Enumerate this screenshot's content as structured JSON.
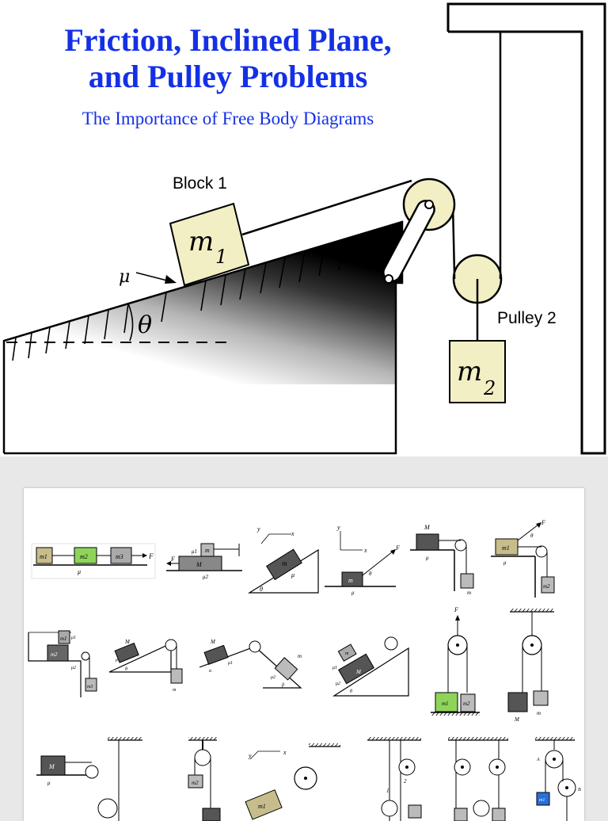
{
  "slide": {
    "title_line1": "Friction, Inclined Plane,",
    "title_line2": "and Pulley Problems",
    "subtitle": "The Importance of Free Body Diagrams"
  },
  "main_diagram": {
    "block1_label": "Block 1",
    "block1_mass": "m",
    "block1_sub": "1",
    "mu": "μ",
    "theta": "θ",
    "pulley2_label": "Pulley 2",
    "block2_mass": "m",
    "block2_sub": "2",
    "block_fill": "#f3efc4"
  },
  "examples": {
    "row1": {
      "ex1": {
        "blocks": [
          "m1",
          "m2",
          "m3"
        ],
        "force": "F",
        "mu": "μ"
      },
      "ex2": {
        "top": "m",
        "bottom": "M",
        "force": "F",
        "mu1": "μ1",
        "mu2": "μ2"
      },
      "ex3": {
        "y": "y",
        "x": "x",
        "block": "m",
        "mu": "μ",
        "theta": "θ"
      },
      "ex4": {
        "y": "y",
        "x": "x",
        "block": "m",
        "force": "F",
        "theta": "θ",
        "mu": "μ"
      },
      "ex5": {
        "table_block": "M",
        "mu": "μ",
        "hanging": "m"
      },
      "ex6": {
        "force": "F",
        "theta": "θ",
        "block": "m1",
        "mu": "μ",
        "hanging": "m2"
      }
    },
    "row2": {
      "ex1": {
        "top": "m1",
        "bottom": "m2",
        "mu1": "μ1",
        "mu2": "μ2",
        "hanging": "m3"
      },
      "ex2": {
        "block": "M",
        "mu": "μ",
        "theta": "θ",
        "hanging": "m"
      },
      "ex3": {
        "left": "M",
        "mu1": "μ1",
        "alpha": "α",
        "right": "m",
        "mu2": "μ2",
        "beta": "β"
      },
      "ex4": {
        "top": "m",
        "bottom": "M",
        "mu1": "μ1",
        "mu2": "μ2",
        "theta": "θ"
      },
      "ex5": {
        "force": "F",
        "left": "m1",
        "right": "m2"
      },
      "ex6": {
        "left": "M",
        "right": "m"
      }
    },
    "row3": {
      "ex1": {
        "block": "M",
        "mu": "μ"
      },
      "ex2": {
        "hanging": "m2"
      },
      "ex3": {
        "y": "y",
        "x": "x",
        "block": "m1"
      },
      "ex4": {
        "labels": [
          "1",
          "2"
        ]
      },
      "ex5": {},
      "ex6": {
        "a": "A",
        "b": "B",
        "block": "m1"
      }
    }
  }
}
